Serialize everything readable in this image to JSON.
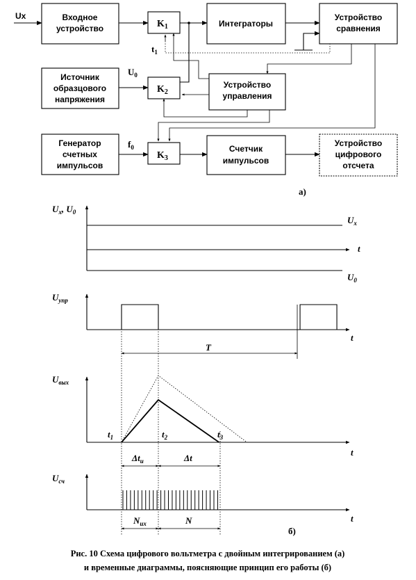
{
  "blocks": {
    "input": [
      "Входное",
      "устройство"
    ],
    "integrators": [
      "Интеграторы"
    ],
    "comparator": [
      "Устройство",
      "сравнения"
    ],
    "reference": [
      "Источник",
      "образцового",
      "напряжения"
    ],
    "control": [
      "Устройство",
      "управления"
    ],
    "generator": [
      "Генератор",
      "счетных",
      "импульсов"
    ],
    "counter": [
      "Счетчик",
      "импульсов"
    ],
    "display": [
      "Устройство",
      "цифрового",
      "отсчета"
    ]
  },
  "keys": {
    "k1": "K",
    "k2": "K",
    "k3": "K",
    "sub1": "1",
    "sub2": "2",
    "sub3": "3"
  },
  "signals": {
    "input": "Ux",
    "u0": "U",
    "u0_sub": "0",
    "t1": "t",
    "t1_sub": "1",
    "f0": "f",
    "f0_sub": "0"
  },
  "labels": {
    "part_a": "а)",
    "part_b": "б)",
    "axis1_y": "U",
    "axis1_y_sub": "x",
    "axis1_y_extra": ", U",
    "axis1_y_extra_sub": "0",
    "line_ux": "U",
    "line_ux_sub": "x",
    "line_u0": "U",
    "line_u0_sub": "0",
    "axis_t": "t",
    "axis2_y": "U",
    "axis2_y_sub": "упр",
    "period": "T",
    "axis3_y": "U",
    "axis3_y_sub": "вых",
    "t1": "t",
    "t1_sub": "1",
    "t2": "t",
    "t2_sub": "2",
    "t3": "t",
    "t3_sub": "3",
    "dt_u": "Δt",
    "dt_u_sub": "u",
    "dt": "Δt",
    "axis4_y": "U",
    "axis4_y_sub": "сч",
    "n_x": "N",
    "n_x_sub": "ux",
    "n": "N"
  },
  "caption": {
    "line1": "Рис. 10  Схема цифрового вольтметра с двойным интегрированием (а)",
    "line2": "и временные диаграммы, поясняющие принцип его работы (б)"
  },
  "timing": {
    "control_pulses": [
      [
        0.0,
        1.0
      ],
      [
        4.85,
        5.85
      ]
    ],
    "integration_end": 1.0,
    "discharge_end": 2.65,
    "pulse_count": 26
  }
}
